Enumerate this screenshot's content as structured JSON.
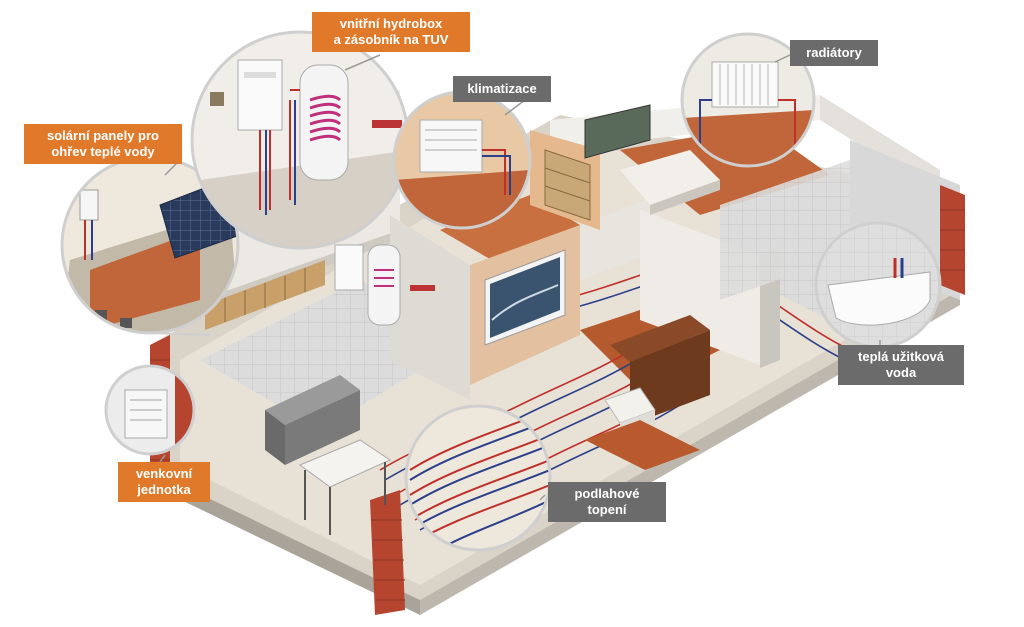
{
  "colors": {
    "orange_label": "#e07a2a",
    "gray_label": "#6b6b6b",
    "floor_wood": "#c0663a",
    "wall_light": "#ececec",
    "pipe_red": "#c0302a",
    "pipe_blue": "#2b3f8a",
    "brick": "#b5452e"
  },
  "labels": {
    "hydrobox": {
      "line1": "vnitřní hydrobox",
      "line2": "a zásobník na TUV"
    },
    "solar": {
      "line1": "solární panely pro",
      "line2": "ohřev teplé vody"
    },
    "klimatizace": {
      "line1": "klimatizace"
    },
    "radiatory": {
      "line1": "radiátory"
    },
    "tuv": {
      "line1": "teplá užitková",
      "line2": "voda"
    },
    "venkovni": {
      "line1": "venkovní",
      "line2": "jednotka"
    },
    "podlahove": {
      "line1": "podlahové",
      "line2": "topení"
    }
  }
}
